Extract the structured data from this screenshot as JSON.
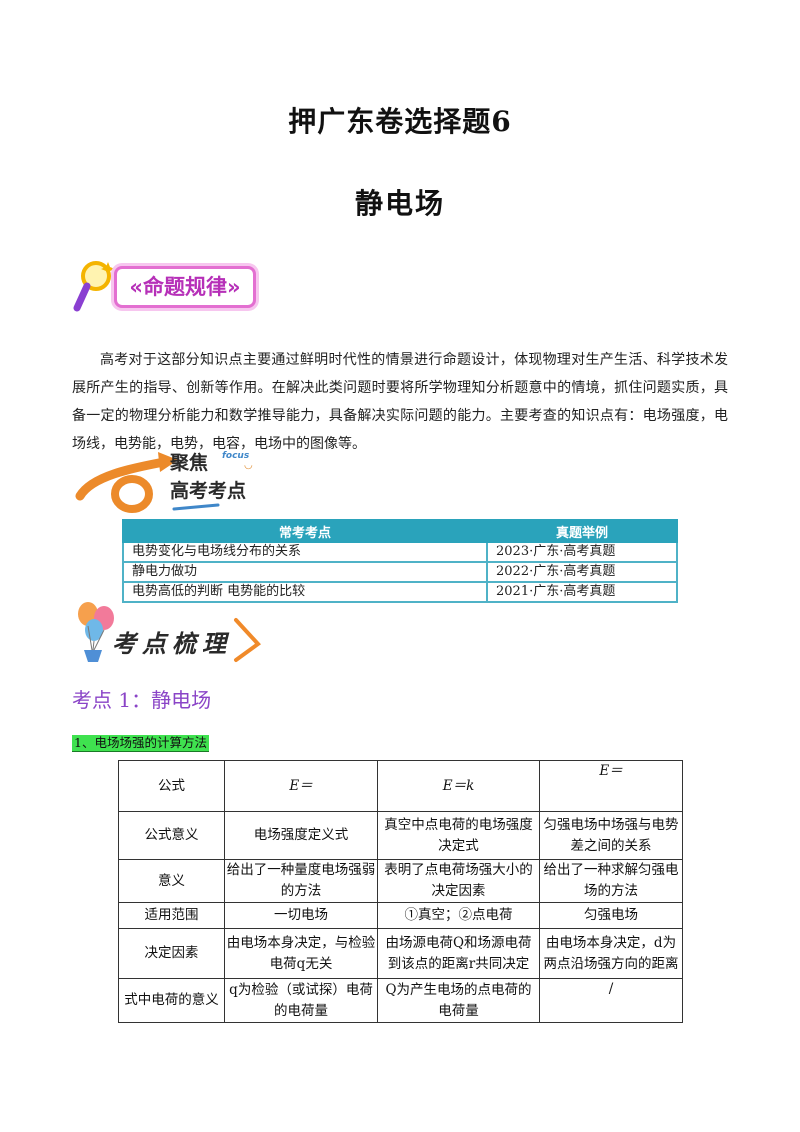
{
  "title_main": "押广东卷选择题6",
  "title_sub": "静电场",
  "banner_rules": "«命题规律»",
  "intro": "高考对于这部分知识点主要通过鲜明时代性的情景进行命题设计，体现物理对生产生活、科学技术发展所产生的指导、创新等作用。在解决此类问题时要将所学物理知分析题意中的情境，抓住问题实质，具备一定的物理分析能力和数学推导能力，具备解决实际问题的能力。主要考查的知识点有：电场强度，电场线，电势能，电势，电容，电场中的图像等。",
  "banner_focus": {
    "line1": "聚焦",
    "focus_word": "focus",
    "line2": "高考考点"
  },
  "key_points": {
    "headers": [
      "常考考点",
      "真题举例"
    ],
    "rows": [
      [
        "电势变化与电场线分布的关系",
        "2023·广东·高考真题"
      ],
      [
        "静电力做功",
        "2022·广东·高考真题"
      ],
      [
        "电势高低的判断  电势能的比较",
        "2021·广东·高考真题"
      ]
    ]
  },
  "banner_review": "考点梳理",
  "section_heading": "考点 1：静电场",
  "subsection_heading": "1、电场场强的计算方法",
  "formula_table": {
    "row_formula": {
      "label": "公式",
      "c1": "E＝",
      "c2": "E＝k",
      "c3": "E＝"
    },
    "row_meaning": {
      "label": "公式意义",
      "c1": "电场强度定义式",
      "c2": "真空中点电荷的电场强度决定式",
      "c3": "匀强电场中场强与电势差之间的关系"
    },
    "row_sense": {
      "label": "意义",
      "c1": "给出了一种量度电场强弱的方法",
      "c2": "表明了点电荷场强大小的决定因素",
      "c3": "给出了一种求解匀强电场的方法"
    },
    "row_scope": {
      "label": "适用范围",
      "c1": "一切电场",
      "c2": "①真空；②点电荷",
      "c3": "匀强电场"
    },
    "row_factor": {
      "label": "决定因素",
      "c1": "由电场本身决定，与检验电荷q无关",
      "c2": "由场源电荷Q和场源电荷到该点的距离r共同决定",
      "c3": "由电场本身决定，d为两点沿场强方向的距离"
    },
    "row_charge": {
      "label": "式中电荷的意义",
      "c1": "q为检验（或试探）电荷的电荷量",
      "c2": "Q为产生电场的点电荷的电荷量",
      "c3": "/"
    }
  }
}
